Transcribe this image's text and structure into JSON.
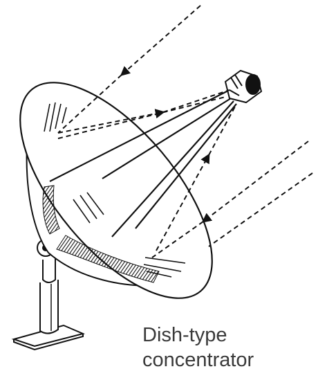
{
  "figure": {
    "subject": "Dish-type concentrator illustration",
    "caption_lines": [
      "Dish-type",
      "concentrator"
    ]
  },
  "colors": {
    "ink": "#111111",
    "caption": "#3a3a3a",
    "background": "#ffffff"
  },
  "icons": [
    "incoming-ray-arrow",
    "reflected-ray-arrow",
    "receiver-icon"
  ]
}
